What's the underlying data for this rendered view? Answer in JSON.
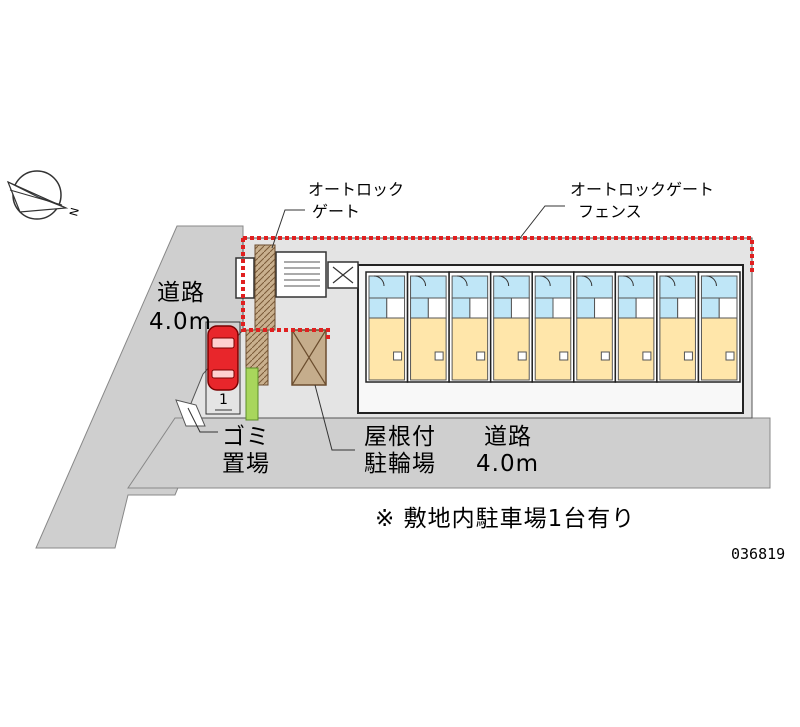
{
  "labels": {
    "road_west": [
      "道路",
      "4.0m"
    ],
    "road_south": [
      "道路",
      "4.0m"
    ],
    "autolock_gate": [
      "オートロック",
      "ゲート"
    ],
    "autolock_gate_fence": [
      "オートロックゲート",
      "フェンス"
    ],
    "garbage_area": [
      "ゴミ",
      "置場"
    ],
    "covered_bicycle_parking": [
      "屋根付",
      "駐輪場"
    ],
    "parking_space_number": "1",
    "note": "※ 敷地内駐車場1台有り",
    "property_code": "036819"
  },
  "compass": {
    "icon": "compass-arrow-icon",
    "direction_letter": "N"
  },
  "building": {
    "unit_count": 9
  },
  "colors": {
    "road": "#cfcfcf",
    "site": "#e4e4e4",
    "fence": "#e02020",
    "unit_living": "#ffe6aa",
    "unit_wet": "#bfe6f7",
    "car": "#e8262b",
    "bike_parking": "#c5ad8c",
    "gate_area": "#b8956e",
    "green": "#a8d65c"
  }
}
